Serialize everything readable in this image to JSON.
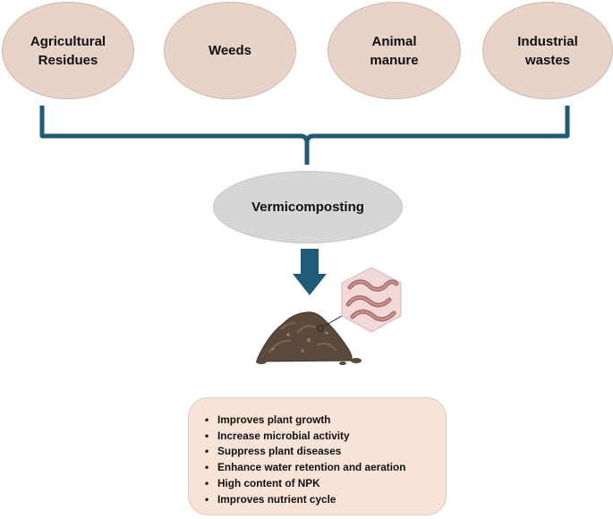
{
  "sources": [
    {
      "line1": "Agricultural",
      "line2": "Residues"
    },
    {
      "line1": "Weeds",
      "line2": ""
    },
    {
      "line1": "Animal",
      "line2": "manure"
    },
    {
      "line1": "Industrial",
      "line2": "wastes"
    }
  ],
  "process": {
    "label": "Vermicomposting"
  },
  "benefits": [
    "Improves plant growth",
    "Increase microbial activity",
    "Suppress plant diseases",
    "Enhance water retention and aeration",
    "High content of NPK",
    "Improves nutrient cycle"
  ],
  "colors": {
    "source_fill": "#e8d3c8",
    "process_fill": "#d6d6d6",
    "benefits_fill": "#f8e3d8",
    "bracket_and_arrow": "#1f5a78",
    "compost": "#5b4a3b",
    "worm": "#b87a74"
  },
  "icons": [
    "compost-pile-icon",
    "earthworm-icon"
  ]
}
